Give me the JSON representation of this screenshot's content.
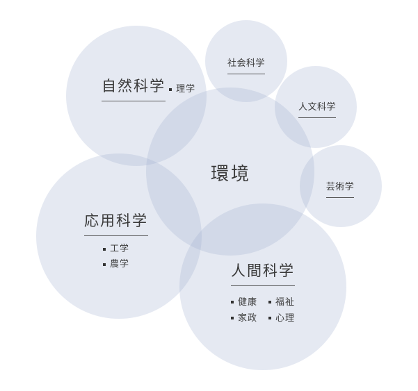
{
  "center": "環境",
  "nodes": {
    "natural": {
      "title": "自然科学",
      "items": [
        "理学"
      ]
    },
    "social": {
      "title": "社会科学"
    },
    "humanities": {
      "title": "人文科学"
    },
    "arts": {
      "title": "芸術学"
    },
    "applied": {
      "title": "応用科学",
      "items": [
        "工学",
        "農学"
      ]
    },
    "human": {
      "title": "人間科学",
      "items": [
        "健康",
        "福祉",
        "家政",
        "心理"
      ]
    }
  },
  "colors": {
    "circle_fill": "#a1afd2",
    "text": "#3a3a3a"
  }
}
